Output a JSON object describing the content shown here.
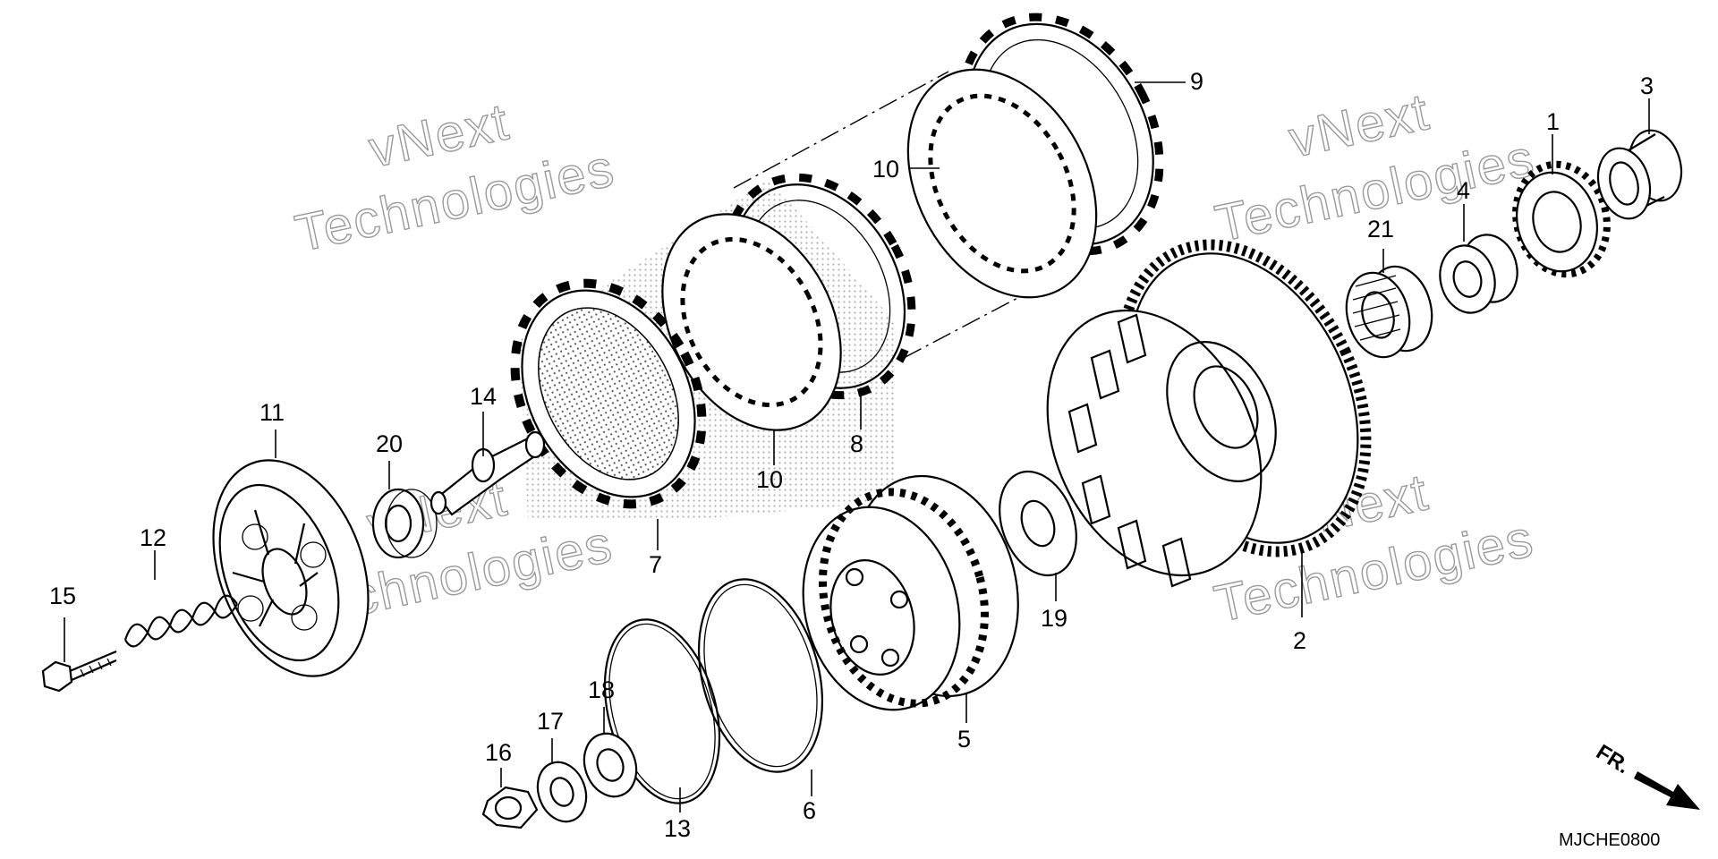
{
  "diagram": {
    "code": "MJCHE0800",
    "front_marker": "FR.",
    "watermark": {
      "line1": "vNext",
      "line2": "Technologies"
    },
    "callouts": {
      "p1": "1",
      "p2": "2",
      "p3": "3",
      "p4": "4",
      "p5": "5",
      "p6": "6",
      "p7": "7",
      "p8": "8",
      "p9": "9",
      "p10a": "10",
      "p10b": "10",
      "p11": "11",
      "p12": "12",
      "p13": "13",
      "p14": "14",
      "p15": "15",
      "p16": "16",
      "p17": "17",
      "p18": "18",
      "p19": "19",
      "p20": "20",
      "p21": "21"
    }
  }
}
